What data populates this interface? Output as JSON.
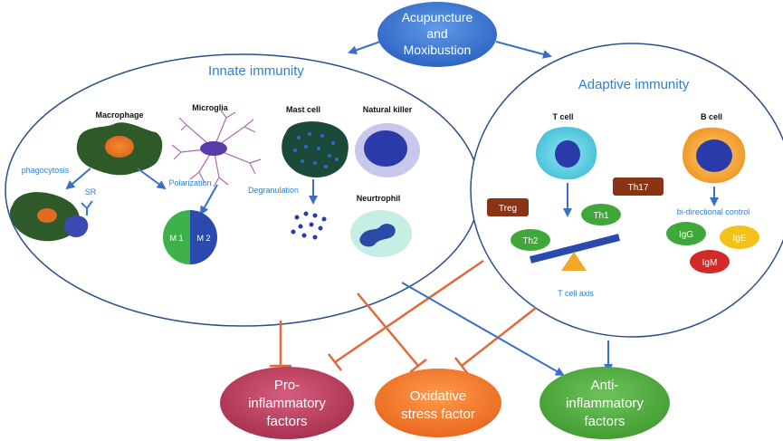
{
  "top_node": {
    "line1": "Acupuncture",
    "line2": "and",
    "line3": "Moxibustion"
  },
  "innate": {
    "title": "Innate immunity",
    "macrophage": "Macrophage",
    "microglia": "Microglia",
    "mast_cell": "Mast cell",
    "natural_killer": "Natural killer",
    "neutrophil": "Neurtrophil",
    "phagocytosis": "phagocytosis",
    "sr": "SR",
    "polarization": "Polarization",
    "degranulation": "Degranulation",
    "m1": "M 1",
    "m2": "M 2"
  },
  "adaptive": {
    "title": "Adaptive immunity",
    "t_cell": "T cell",
    "b_cell": "B cell",
    "treg": "Treg",
    "th17": "Th17",
    "th1": "Th1",
    "th2": "Th2",
    "t_cell_axis": "T cell axis",
    "bidirectional": "bi-directional control",
    "igg": "IgG",
    "ige": "IgE",
    "igm": "IgM"
  },
  "outcomes": {
    "pro": {
      "line1": "Pro-",
      "line2": "inflammatory",
      "line3": "factors"
    },
    "oxidative": {
      "line1": "Oxidative",
      "line2": "stress factor"
    },
    "anti": {
      "line1": "Anti-",
      "line2": "inflammatory",
      "line3": "factors"
    }
  },
  "colors": {
    "blue_arrow": "#3a6fc8",
    "orange_inhibit": "#e06a3a",
    "title_blue": "#2e7fd6",
    "top_node": "#2f6fd0",
    "pro_node": "#b83a5a",
    "oxidative_node": "#f07a2a",
    "anti_node": "#4ca63a"
  }
}
